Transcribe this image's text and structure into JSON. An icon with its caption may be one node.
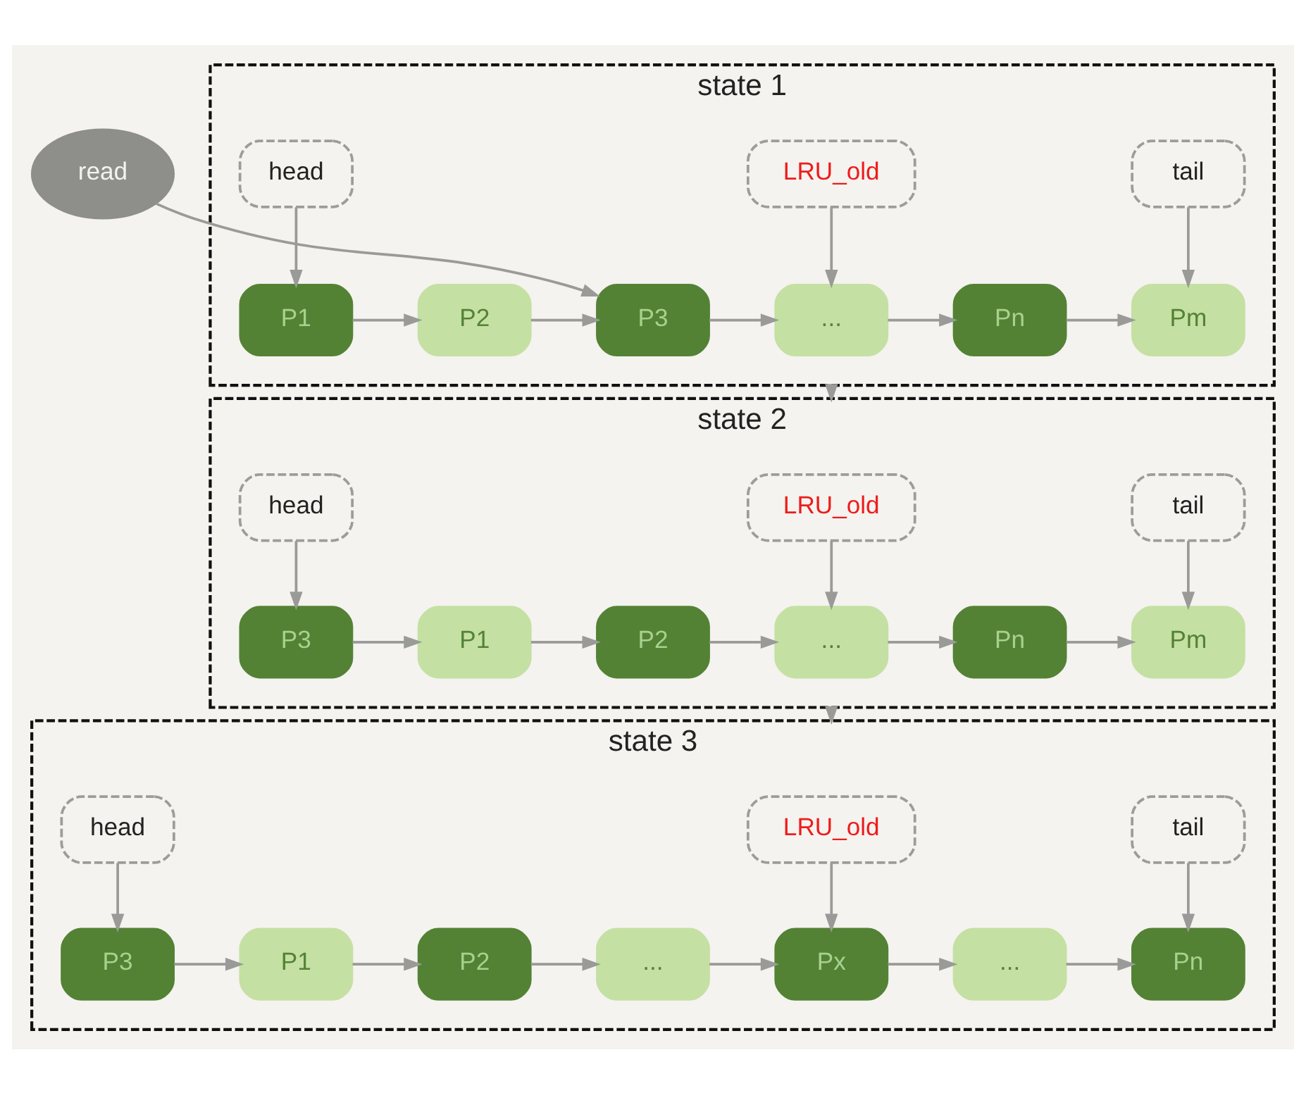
{
  "diagram": {
    "nodes": [
      {
        "text": [
          "read"
        ]
      },
      {
        "text": [
          "state 1"
        ]
      },
      {
        "text": [
          "head"
        ],
        "in": 1
      },
      {
        "text": [
          "LRU_old"
        ],
        "in": 1
      },
      {
        "text": [
          "tail"
        ],
        "in": 1
      },
      {
        "text": [
          "P1"
        ],
        "in": 1
      },
      {
        "text": [
          "P2"
        ],
        "in": 1
      },
      {
        "text": [
          "P3"
        ],
        "in": 1
      },
      {
        "text": [
          "..."
        ],
        "in": 1
      },
      {
        "text": [
          "Pn"
        ],
        "in": 1
      },
      {
        "text": [
          "Pm"
        ],
        "in": 1
      },
      {
        "text": [
          "state 2"
        ]
      },
      {
        "text": [
          "head"
        ],
        "in": 11
      },
      {
        "text": [
          "LRU_old"
        ],
        "in": 11
      },
      {
        "text": [
          "tail"
        ],
        "in": 11
      },
      {
        "text": [
          "P3"
        ],
        "in": 11
      },
      {
        "text": [
          "P1"
        ],
        "in": 11
      },
      {
        "text": [
          "P2"
        ],
        "in": 11
      },
      {
        "text": [
          "..."
        ],
        "in": 11
      },
      {
        "text": [
          "Pn"
        ],
        "in": 11
      },
      {
        "text": [
          "Pm"
        ],
        "in": 11
      },
      {
        "text": [
          "state 3"
        ]
      },
      {
        "text": [
          "head"
        ],
        "in": 21
      },
      {
        "text": [
          "LRU_old"
        ],
        "in": 21
      },
      {
        "text": [
          "tail"
        ],
        "in": 21
      },
      {
        "text": [
          "P3"
        ],
        "in": 21
      },
      {
        "text": [
          "P1"
        ],
        "in": 21
      },
      {
        "text": [
          "P2"
        ],
        "in": 21
      },
      {
        "text": [
          "..."
        ],
        "in": 21
      },
      {
        "text": [
          "Px"
        ],
        "in": 21
      },
      {
        "text": [
          "..."
        ],
        "in": 21
      },
      {
        "text": [
          "Pn"
        ],
        "in": 21
      }
    ],
    "edges": [
      {
        "from": 0,
        "to": 7,
        "arrow": "to"
      },
      {
        "from": 2,
        "to": 5,
        "arrow": "to"
      },
      {
        "from": 3,
        "to": 8,
        "arrow": "to"
      },
      {
        "from": 4,
        "to": 10,
        "arrow": "to"
      },
      {
        "from": 5,
        "to": 6,
        "arrow": "to"
      },
      {
        "from": 6,
        "to": 7,
        "arrow": "to"
      },
      {
        "from": 7,
        "to": 8,
        "arrow": "to"
      },
      {
        "from": 8,
        "to": 9,
        "arrow": "to"
      },
      {
        "from": 9,
        "to": 10,
        "arrow": "to"
      },
      {
        "from": 1,
        "to": 11,
        "arrow": "to"
      },
      {
        "from": 12,
        "to": 15,
        "arrow": "to"
      },
      {
        "from": 13,
        "to": 18,
        "arrow": "to"
      },
      {
        "from": 14,
        "to": 20,
        "arrow": "to"
      },
      {
        "from": 15,
        "to": 16,
        "arrow": "to"
      },
      {
        "from": 16,
        "to": 17,
        "arrow": "to"
      },
      {
        "from": 17,
        "to": 18,
        "arrow": "to"
      },
      {
        "from": 18,
        "to": 19,
        "arrow": "to"
      },
      {
        "from": 19,
        "to": 20,
        "arrow": "to"
      },
      {
        "from": 11,
        "to": 21,
        "arrow": "to"
      },
      {
        "from": 22,
        "to": 25,
        "arrow": "to"
      },
      {
        "from": 23,
        "to": 29,
        "arrow": "to"
      },
      {
        "from": 24,
        "to": 31,
        "arrow": "to"
      },
      {
        "from": 25,
        "to": 26,
        "arrow": "to"
      },
      {
        "from": 26,
        "to": 27,
        "arrow": "to"
      },
      {
        "from": 27,
        "to": 28,
        "arrow": "to"
      },
      {
        "from": 28,
        "to": 29,
        "arrow": "to"
      },
      {
        "from": 29,
        "to": 30,
        "arrow": "to"
      },
      {
        "from": 30,
        "to": 31,
        "arrow": "to"
      }
    ]
  }
}
